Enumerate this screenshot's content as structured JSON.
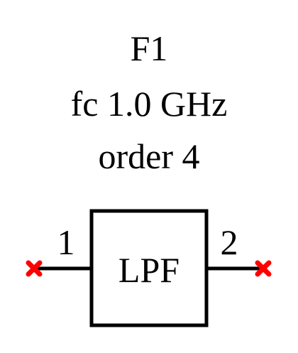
{
  "component": {
    "designator": "F1",
    "cutoff": "fc 1.0 GHz",
    "order": "order 4",
    "type_label": "LPF"
  },
  "ports": [
    {
      "number": "1"
    },
    {
      "number": "2"
    }
  ],
  "colors": {
    "line": "#000000",
    "port_marker": "#ff0000",
    "background": "#ffffff"
  }
}
